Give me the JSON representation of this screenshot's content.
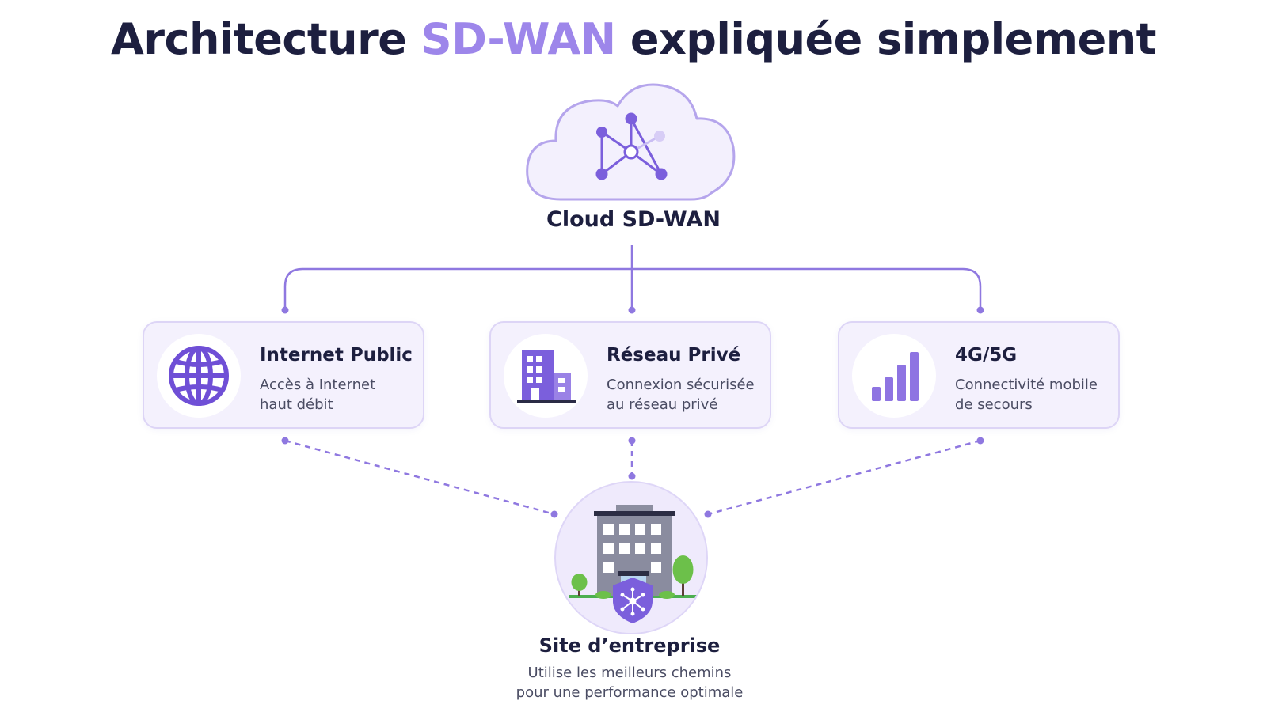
{
  "title": {
    "part1": "Architecture ",
    "accent": "SD-WAN",
    "part2": " expliquée simplement"
  },
  "cloud": {
    "label": "Cloud SD-WAN",
    "icon": "network-mesh-icon"
  },
  "cards": [
    {
      "title": "Internet Public",
      "desc_line1": "Accès à Internet",
      "desc_line2": "haut débit",
      "icon": "globe-icon"
    },
    {
      "title": "Réseau Privé",
      "desc_line1": "Connexion sécurisée",
      "desc_line2": "au réseau privé",
      "icon": "buildings-icon"
    },
    {
      "title": "4G/5G",
      "desc_line1": "Connectivité mobile",
      "desc_line2": "de secours",
      "icon": "signal-bars-icon"
    }
  ],
  "site": {
    "title": "Site d’entreprise",
    "desc_line1": "Utilise les meilleurs chemins",
    "desc_line2": "pour une performance optimale",
    "icon": "office-building-icon",
    "badge_icon": "shield-network-icon"
  },
  "colors": {
    "accent": "#9d86ea",
    "primary_purple": "#7b5fdc",
    "dark_text": "#1d1f3f",
    "card_bg": "#f4f1fd",
    "line": "#8f78e0"
  }
}
